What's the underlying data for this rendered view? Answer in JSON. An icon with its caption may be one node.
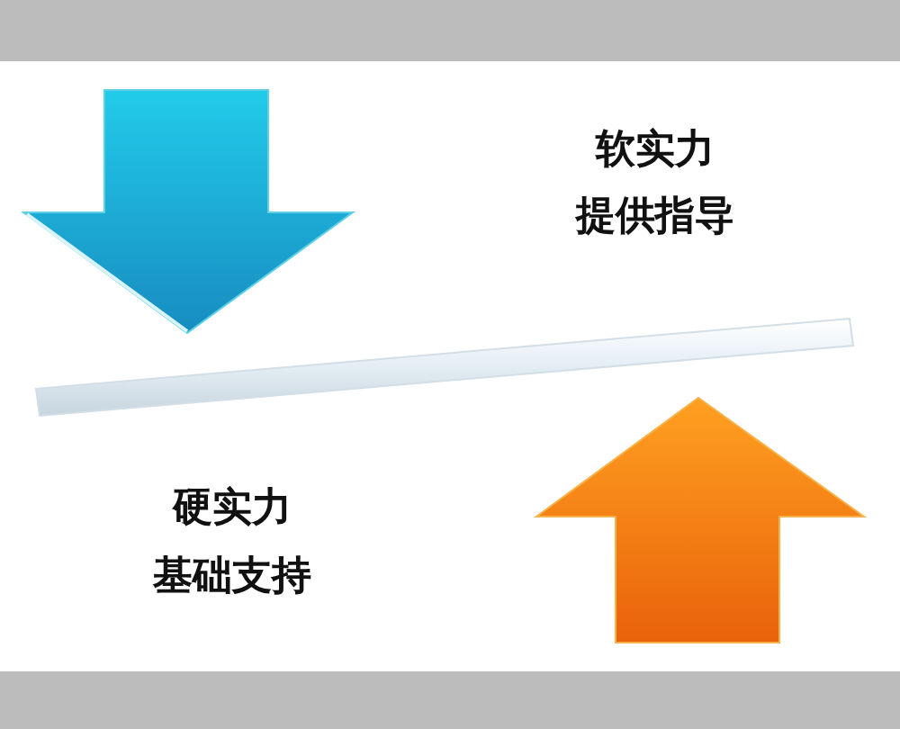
{
  "diagram": {
    "nodes": [
      {
        "text": [],
        "shape": "arrow"
      },
      {
        "text": [],
        "shape": "bar"
      },
      {
        "text": [],
        "shape": "arrow"
      }
    ],
    "labels": [
      "软实力",
      "提供指导",
      "硬实力",
      "基础支持"
    ]
  }
}
